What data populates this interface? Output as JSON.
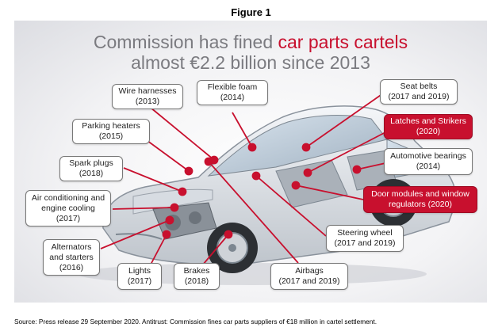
{
  "figure_label": "Figure 1",
  "headline": {
    "line1_plain": "Commission has fined ",
    "line1_accent": "car parts cartels",
    "line2": "almost €2.2 billion since 2013"
  },
  "colors": {
    "accent": "#c8102e",
    "connector": "#c8102e",
    "box_border": "#777777",
    "headline_gray": "#7b7b80"
  },
  "callouts": [
    {
      "id": "wire-harnesses",
      "title": "Wire harnesses",
      "years": "(2013)",
      "highlight": false
    },
    {
      "id": "flexible-foam",
      "title": "Flexible foam",
      "years": "(2014)",
      "highlight": false
    },
    {
      "id": "seat-belts",
      "title": "Seat belts",
      "years": "(2017 and 2019)",
      "highlight": false
    },
    {
      "id": "parking-heaters",
      "title": "Parking heaters",
      "years": "(2015)",
      "highlight": false
    },
    {
      "id": "latches-strikers",
      "title": "Latches and Strikers",
      "years": "(2020)",
      "highlight": true
    },
    {
      "id": "spark-plugs",
      "title": "Spark plugs",
      "years": "(2018)",
      "highlight": false
    },
    {
      "id": "automotive-bearings",
      "title": "Automotive bearings",
      "years": "(2014)",
      "highlight": false
    },
    {
      "id": "air-conditioning",
      "title": "Air conditioning and engine cooling",
      "years": "(2017)",
      "highlight": false
    },
    {
      "id": "door-modules",
      "title": "Door modules and window regulators (2020)",
      "years": "",
      "highlight": true
    },
    {
      "id": "alternators",
      "title": "Alternators and starters",
      "years": "(2016)",
      "highlight": false
    },
    {
      "id": "steering-wheel",
      "title": "Steering wheel",
      "years": "(2017 and 2019)",
      "highlight": false
    },
    {
      "id": "lights",
      "title": "Lights",
      "years": "(2017)",
      "highlight": false
    },
    {
      "id": "brakes",
      "title": "Brakes",
      "years": "(2018)",
      "highlight": false
    },
    {
      "id": "airbags",
      "title": "Airbags",
      "years": "(2017 and 2019)",
      "highlight": false
    }
  ],
  "source": "Source: Press release 29 September 2020. Antitrust: Commission fines car parts suppliers of €18 million in cartel settlement."
}
